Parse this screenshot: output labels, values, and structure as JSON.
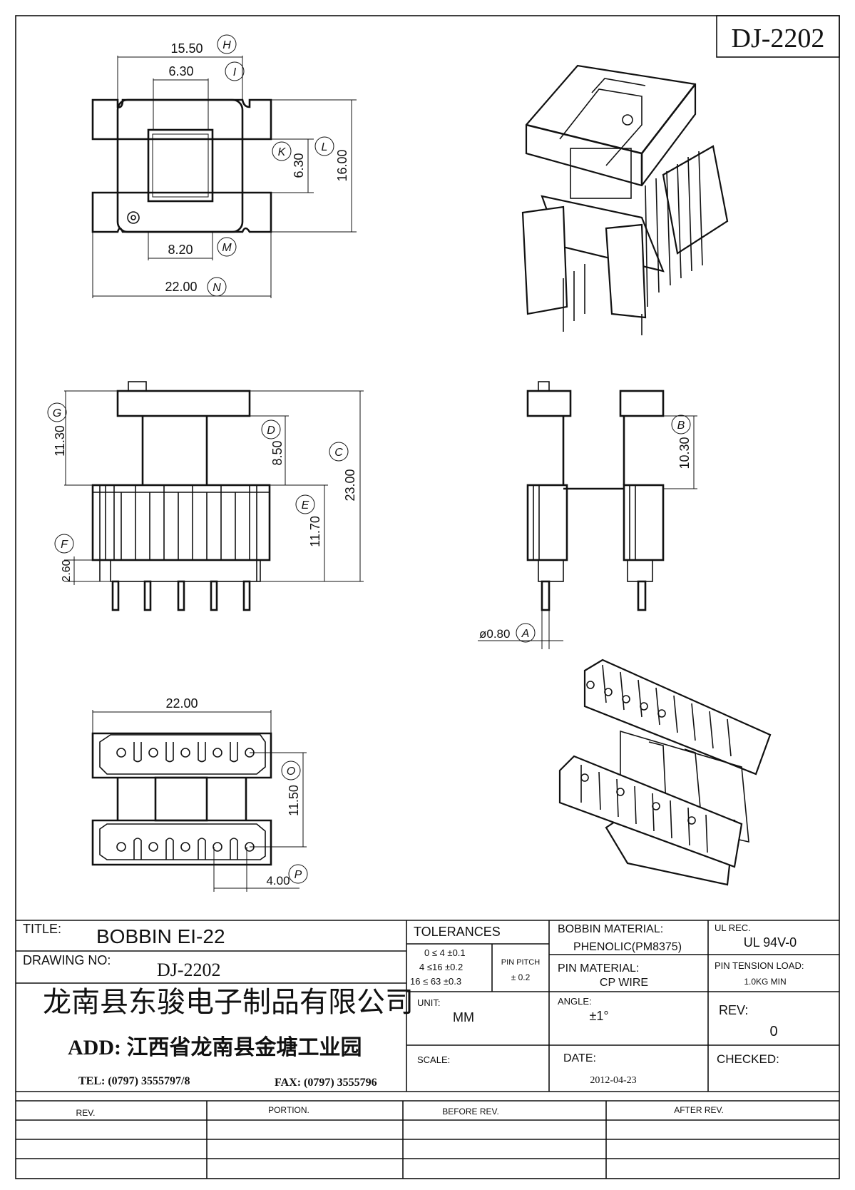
{
  "drawing_code_box": "DJ-2202",
  "dimensions": {
    "top_view": {
      "H": "15.50",
      "I": "6.30",
      "K": "6.30",
      "L": "16.00",
      "M": "8.20",
      "N": "22.00"
    },
    "front_view": {
      "G": "11.30",
      "D": "8.50",
      "C": "23.00",
      "E": "11.70",
      "F": "2.60"
    },
    "side_view": {
      "B": "10.30",
      "A": "ø0.80"
    },
    "bottom_view": {
      "width": "22.00",
      "O": "11.50",
      "P": "4.00"
    },
    "labels": {
      "H": "H",
      "I": "I",
      "K": "K",
      "L": "L",
      "M": "M",
      "N": "N",
      "G": "G",
      "D": "D",
      "C": "C",
      "E": "E",
      "F": "F",
      "B": "B",
      "A": "A",
      "O": "O",
      "P": "P"
    }
  },
  "title_block": {
    "title_label": "TITLE:",
    "title_value": "BOBBIN  EI-22",
    "drawing_no_label": "DRAWING NO:",
    "drawing_no_value": "DJ-2202",
    "company": "龙南县东骏电子制品有限公司",
    "address": "ADD: 江西省龙南县金塘工业园",
    "tel": "TEL: (0797) 3555797/8",
    "fax": "FAX: (0797) 3555796",
    "tolerances_label": "TOLERANCES",
    "tolerance_rows": [
      "0  ≤ 4    ±0.1",
      "4 ≤16  ±0.2",
      "16  ≤ 63   ±0.3"
    ],
    "pin_pitch_label": "PIN PITCH",
    "pin_pitch_value": "± 0.2",
    "unit_label": "UNIT:",
    "unit_value": "MM",
    "scale_label": "SCALE:",
    "bobbin_material_label": "BOBBIN MATERIAL:",
    "bobbin_material_value": "PHENOLIC(PM8375)",
    "ul_rec_label": "UL REC.",
    "ul_rec_value": "UL 94V-0",
    "pin_material_label": "PIN MATERIAL:",
    "pin_material_value": "CP  WIRE",
    "pin_tension_label": "PIN TENSION LOAD:",
    "pin_tension_value": "1.0KG MIN",
    "angle_label": "ANGLE:",
    "angle_value": "±1°",
    "rev_label": "REV:",
    "rev_value": "0",
    "date_label": "DATE:",
    "date_value": "2012-04-23",
    "checked_label": "CHECKED:"
  },
  "revision_table": {
    "headers": [
      "REV.",
      "PORTION.",
      "BEFORE REV.",
      "AFTER REV."
    ]
  }
}
